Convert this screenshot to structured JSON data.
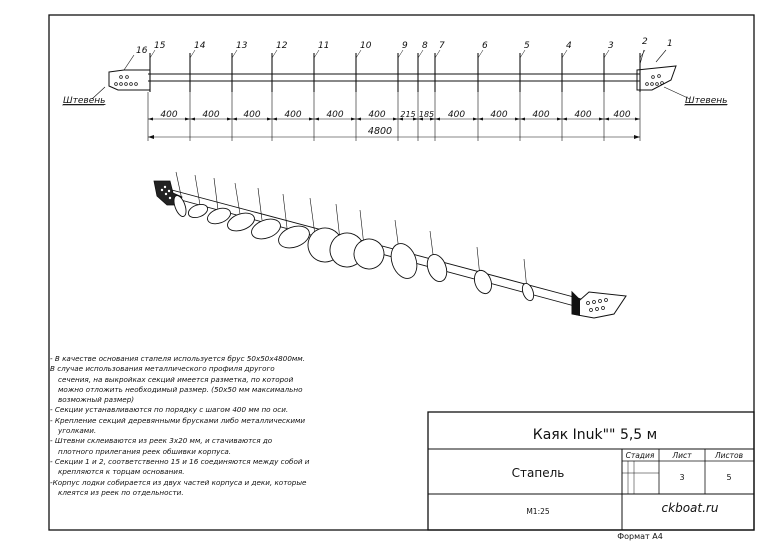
{
  "top_view": {
    "stations": [
      "16",
      "15",
      "14",
      "13",
      "12",
      "11",
      "10",
      "9",
      "8",
      "7",
      "6",
      "5",
      "4",
      "3",
      "2",
      "1"
    ],
    "segments": [
      "400",
      "400",
      "400",
      "400",
      "400",
      "400",
      "215",
      "185",
      "400",
      "400",
      "400",
      "400",
      "400"
    ],
    "total": "4800",
    "shteven_left": "Штевень",
    "shteven_right": "Штевень"
  },
  "notes": [
    "- В качестве основания стапеля используется брус 50x50x4800мм.",
    "В случае использования металлического профиля другого",
    "сечения, на выкройках секций имеется разметка, по которой",
    "можно отложить необходимый размер. (50x50 мм максимально",
    "возможный размер)",
    "- Секции устанавливаются по порядку с шагом 400 мм по оси.",
    "- Крепление секций деревянными брусками либо металлическими",
    "уголками.",
    "- Штевни склеиваются из реек 3x20 мм, и стачиваются до",
    "плотного прилегания реек обшивки корпуса.",
    "- Секции 1 и 2, соответственно 15 и 16 соединяются между собой и",
    "крепляются к торцам основания.",
    "-Корпус лодки собирается из двух частей корпуса и деки, которые",
    "клеятся из реек по отдельности."
  ],
  "title_block": {
    "title": "Каяк Inuk\"\" 5,5 м",
    "name": "Стапель",
    "col_stage": "Стадия",
    "col_sheet": "Лист",
    "col_sheets": "Листов",
    "sheet": "3",
    "sheets": "5",
    "scale": "M1:25",
    "site": "ckboat.ru",
    "format": "Формат А4"
  }
}
